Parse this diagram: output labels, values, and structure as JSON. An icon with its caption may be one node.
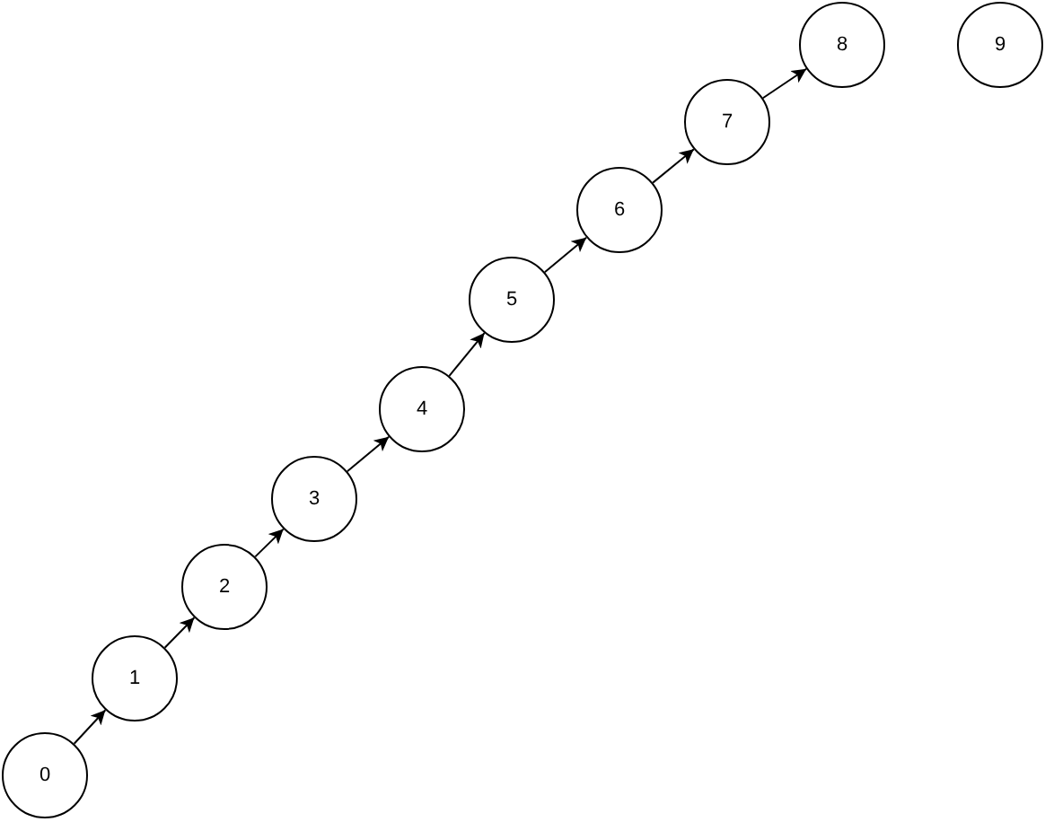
{
  "diagram": {
    "nodes": [
      {
        "text": [
          "0"
        ]
      },
      {
        "text": [
          "1"
        ]
      },
      {
        "text": [
          "2"
        ]
      },
      {
        "text": [
          "3"
        ]
      },
      {
        "text": [
          "4"
        ]
      },
      {
        "text": [
          "5"
        ]
      },
      {
        "text": [
          "6"
        ]
      },
      {
        "text": [
          "7"
        ]
      },
      {
        "text": [
          "8"
        ]
      },
      {
        "text": [
          "9"
        ]
      }
    ],
    "edges": [
      {
        "from": 0,
        "to": 1,
        "arrow": "to"
      },
      {
        "from": 1,
        "to": 2,
        "arrow": "to"
      },
      {
        "from": 2,
        "to": 3,
        "arrow": "to"
      },
      {
        "from": 3,
        "to": 4,
        "arrow": "to"
      },
      {
        "from": 4,
        "to": 5,
        "arrow": "to"
      },
      {
        "from": 5,
        "to": 6,
        "arrow": "to"
      },
      {
        "from": 6,
        "to": 7,
        "arrow": "to"
      },
      {
        "from": 7,
        "to": 8,
        "arrow": "to"
      }
    ]
  }
}
